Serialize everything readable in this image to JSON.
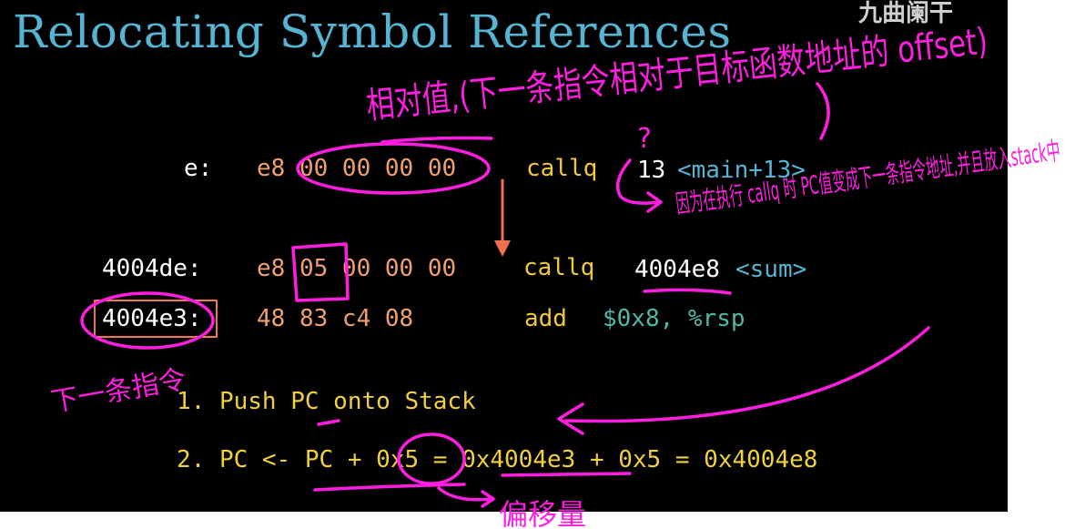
{
  "slide": {
    "title": "Relocating Symbol References",
    "watermark": "九曲阑干",
    "rows": [
      {
        "addr": "e:",
        "bytes": "e8 00 00 00 00",
        "op": "callq",
        "arg": "13",
        "sym": "<main+13>"
      },
      {
        "addr": "4004de:",
        "bytes": "e8 05 00 00 00",
        "op": "callq",
        "arg": "4004e8",
        "sym": "<sum>"
      },
      {
        "addr": "4004e3:",
        "bytes": "48 83 c4 08",
        "op": "add",
        "arg": "$0x8, %rsp",
        "sym": ""
      }
    ],
    "steps": [
      "1. Push PC onto Stack",
      "2. PC <- PC + 0x5 = 0x4004e3 + 0x5 = 0x4004e8"
    ]
  },
  "colors": {
    "background": "#000000",
    "title": "#56b4d3",
    "bytes": "#f0a070",
    "opcode": "#f0c83a",
    "symbol": "#56b4d3",
    "annotation_ink": "#ff1ee0",
    "arrow_orange": "#f07050",
    "box_orange": "#f07850"
  },
  "annotations": {
    "top_note": "相对值,(下一条指令相对于目标函数地址的 offset)",
    "right_note": "因为在执行 callq 时 PC值变成下一条指令地址,并且放入stack中",
    "left_note": "下一条指令",
    "bottom_note": "偏移量",
    "question_mark": "?"
  }
}
